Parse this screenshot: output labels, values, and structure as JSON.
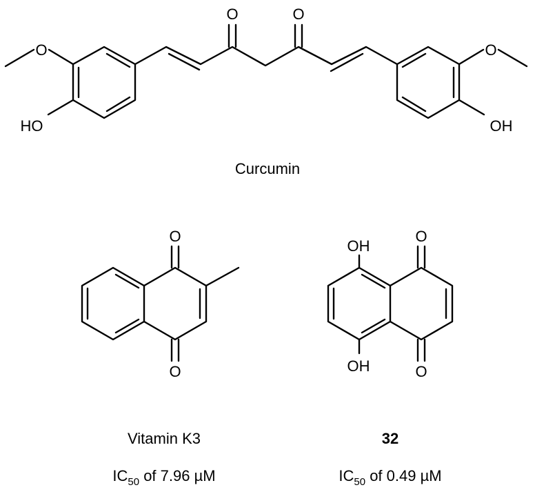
{
  "curcumin": {
    "name": "Curcumin",
    "atoms": {
      "o_ketone_left": "O",
      "o_ketone_right": "O",
      "ho_left": "HO",
      "o_methoxy_left": "O",
      "oh_right": "OH",
      "o_methoxy_right": "O"
    }
  },
  "vitamin_k3": {
    "name": "Vitamin K3",
    "ic50_prefix": "IC",
    "ic50_subscript": "50",
    "ic50_suffix": " of 7.96 µM",
    "atoms": {
      "o_top": "O",
      "o_bottom": "O"
    }
  },
  "compound_32": {
    "name": "32",
    "ic50_prefix": "IC",
    "ic50_subscript": "50",
    "ic50_suffix": " of 0.49 µM",
    "atoms": {
      "oh_top": "OH",
      "oh_bottom": "OH",
      "o_top": "O",
      "o_bottom": "O"
    }
  }
}
